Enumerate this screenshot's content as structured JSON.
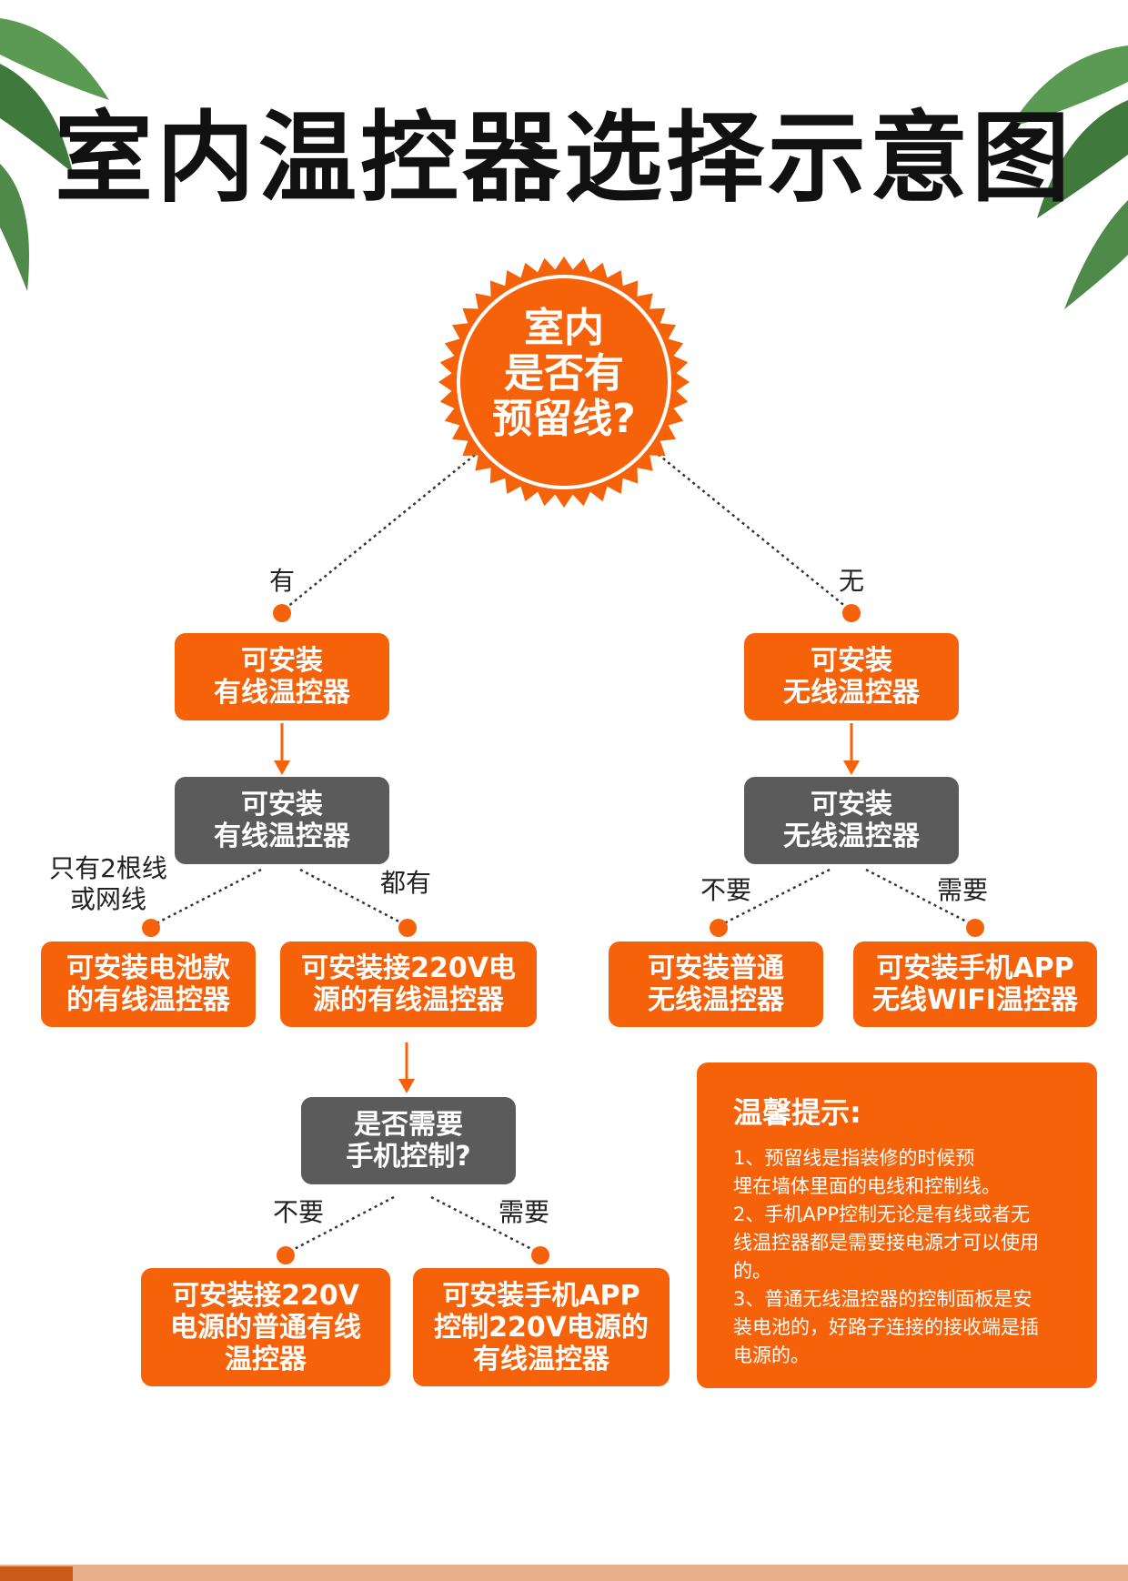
{
  "title": "室内温控器选择示意图",
  "colors": {
    "accent": "#f5620a",
    "gray": "#5b5b5b",
    "leaf": "#4f8a4a"
  },
  "root": {
    "text": "室内\n是否有\n预留线?"
  },
  "branch_labels": {
    "yes": "有",
    "no": "无"
  },
  "left": {
    "box1": "可安装\n有线温控器",
    "box2": "可安装\n有线温控器",
    "label_a": "只有2根线\n或网线",
    "label_b": "都有",
    "leaf_a": "可安装电池款\n的有线温控器",
    "leaf_b": "可安装接220V电\n源的有线温控器",
    "question": "是否需要\n手机控制?",
    "q_no": "不要",
    "q_yes": "需要",
    "leaf_c": "可安装接220V\n电源的普通有线\n温控器",
    "leaf_d": "可安装手机APP\n控制220V电源的\n有线温控器"
  },
  "right": {
    "box1": "可安装\n无线温控器",
    "box2": "可安装\n无线温控器",
    "label_a": "不要",
    "label_b": "需要",
    "leaf_a": "可安装普通\n无线温控器",
    "leaf_b": "可安装手机APP\n无线WIFI温控器"
  },
  "tips": {
    "title": "温馨提示:",
    "items": [
      "1、预留线是指装修的时候预\n埋在墙体里面的电线和控制线。",
      "2、手机APP控制无论是有线或者无\n线温控器都是需要接电源才可以使用\n的。",
      "3、普通无线温控器的控制面板是安\n装电池的，好路子连接的接收端是插\n电源的。"
    ]
  }
}
